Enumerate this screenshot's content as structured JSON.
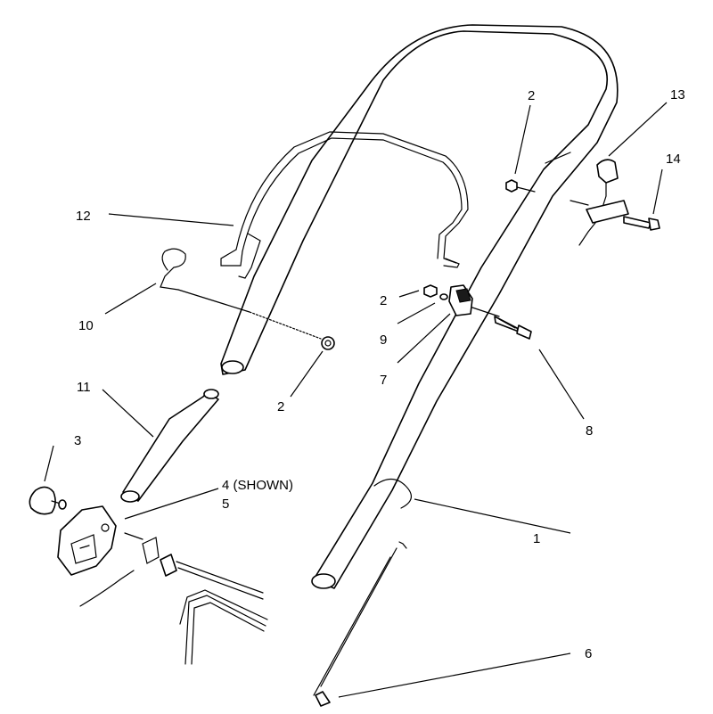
{
  "callouts": {
    "c1": "1",
    "c2a": "2",
    "c2b": "2",
    "c2c": "2",
    "c3": "3",
    "c4": "4 (SHOWN)",
    "c5": "5",
    "c6": "6",
    "c7": "7",
    "c8": "8",
    "c9": "9",
    "c10": "10",
    "c11": "11",
    "c12": "12",
    "c13": "13",
    "c14": "14"
  }
}
